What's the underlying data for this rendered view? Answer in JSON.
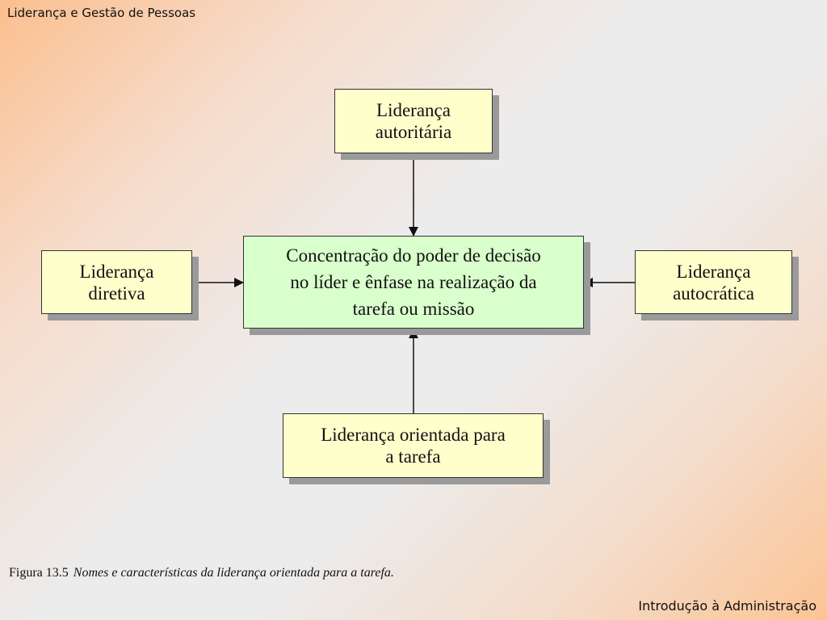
{
  "header": {
    "title": "Liderança e Gestão de Pessoas"
  },
  "footer": {
    "title": "Introdução à Administração"
  },
  "diagram": {
    "top_box": {
      "line1": "Liderança",
      "line2": "autoritária"
    },
    "left_box": {
      "line1": "Liderança",
      "line2": "diretiva"
    },
    "right_box": {
      "line1": "Liderança",
      "line2": "autocrática"
    },
    "bottom_box": {
      "line1": "Liderança orientada para",
      "line2": "a tarefa"
    },
    "center_box": {
      "line1": "Concentração do poder de decisão",
      "line2": "no líder e ênfase na realização da",
      "line3": "tarefa ou missão"
    }
  },
  "caption": {
    "label": "Figura 13.5",
    "text": "Nomes e características da liderança orientada para a tarefa."
  },
  "colors": {
    "box_yellow": "#ffffcc",
    "box_green": "#d9ffcc",
    "arrow": "#111111",
    "shadow": "#9a9a9a"
  }
}
